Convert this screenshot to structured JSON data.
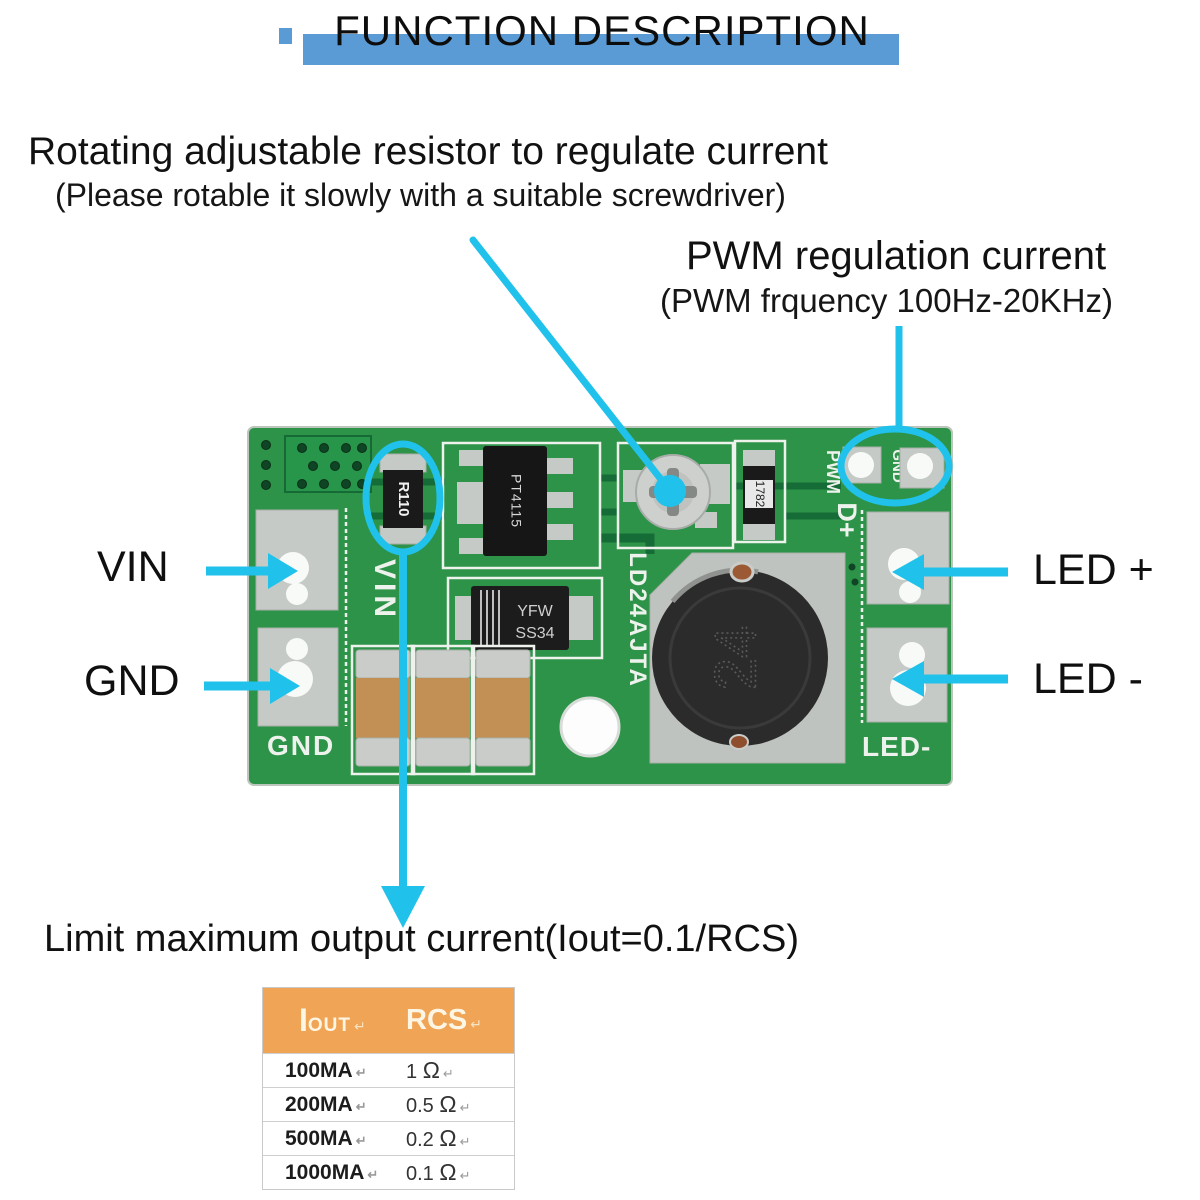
{
  "title": {
    "text": "FUNCTION DESCRIPTION",
    "highlight_color": "#5B9BD5"
  },
  "annotations": {
    "rotating": {
      "heading": "Rotating adjustable resistor to regulate current",
      "subheading": "(Please rotable it slowly with a suitable screwdriver)"
    },
    "pwm": {
      "heading": "PWM regulation current",
      "subheading": "(PWM frquency 100Hz-20KHz)"
    },
    "limit": {
      "heading": "Limit maximum output current(Iout=0.1/RCS)"
    }
  },
  "pin_labels": {
    "vin": "VIN",
    "gnd": "GND",
    "led_plus": "LED +",
    "led_minus": "LED -"
  },
  "pcb": {
    "silkscreen": {
      "vin": "VIN",
      "gnd": "GND",
      "pwm": "PWM",
      "pwm_gnd": "GND",
      "d_plus": "D+",
      "led_minus": "LED-",
      "model": "LD24AJTA"
    },
    "components": {
      "rcs_resistor": "R110",
      "ic": "PT4115",
      "diode_line1": "YFW",
      "diode_line2": "SS34",
      "chip_resistor": "1782",
      "inductor_marking": "24"
    }
  },
  "annotation_color": "#20C2EB",
  "table": {
    "header": {
      "iout_cap": "I",
      "iout_rest": "OUT",
      "rcs": "RCS"
    },
    "rows": [
      {
        "iout": "100MA",
        "rcs_value": "1",
        "rcs_unit": "Ω"
      },
      {
        "iout": "200MA",
        "rcs_value": "0.5",
        "rcs_unit": "Ω"
      },
      {
        "iout": "500MA",
        "rcs_value": "0.2",
        "rcs_unit": "Ω"
      },
      {
        "iout": "1000MA",
        "rcs_value": "0.1",
        "rcs_unit": "Ω"
      }
    ],
    "return_mark": "↵",
    "header_bg": "#F0A455"
  }
}
